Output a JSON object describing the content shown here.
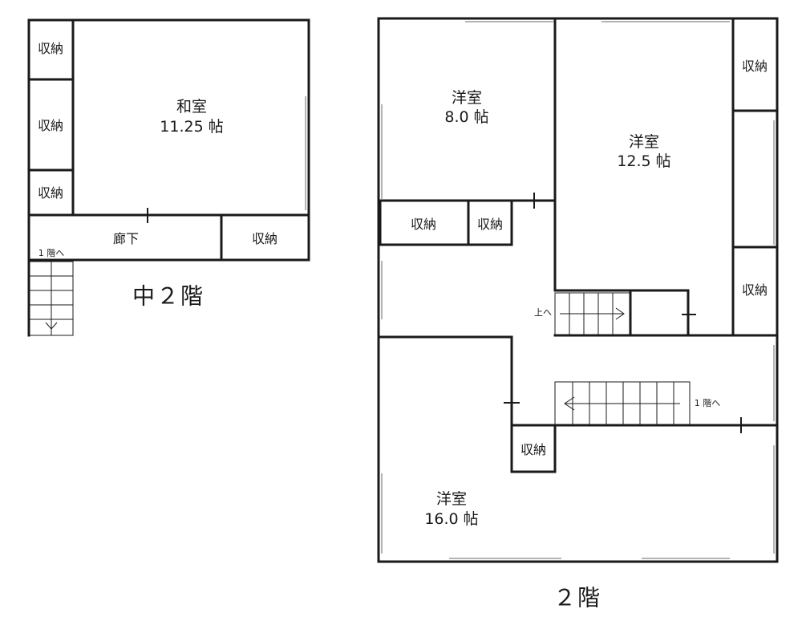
{
  "mezzanine": {
    "floor_label": "中２階",
    "washitsu": {
      "name": "和室",
      "size": "11.25 帖"
    },
    "storage_1": "収納",
    "storage_2": "収納",
    "storage_3": "収納",
    "storage_4": "収納",
    "hallway": "廊下",
    "stair_label": "1 階へ"
  },
  "second_floor": {
    "floor_label": "２階",
    "youshitsu_a": {
      "name": "洋室",
      "size": "8.0 帖"
    },
    "youshitsu_b": {
      "name": "洋室",
      "size": "12.5 帖"
    },
    "youshitsu_c": {
      "name": "洋室",
      "size": "16.0 帖"
    },
    "storage_1": "収納",
    "storage_2": "収納",
    "storage_3": "収納",
    "storage_4": "収納",
    "storage_5": "収納",
    "stair_up_label": "上へ",
    "stair_down_label": "1 階へ"
  }
}
